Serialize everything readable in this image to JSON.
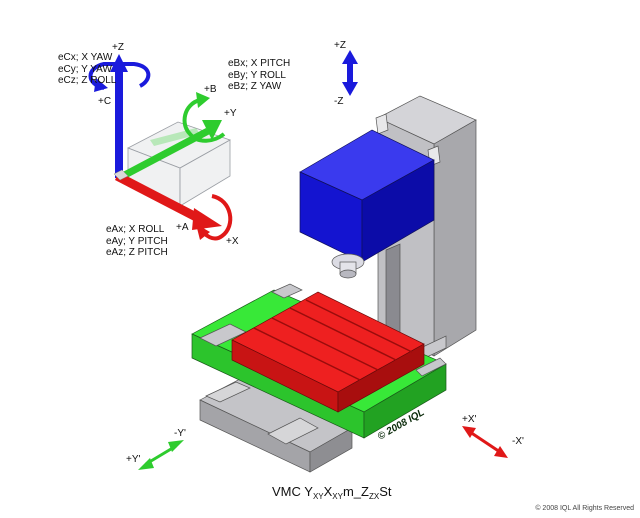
{
  "labels": {
    "c_errors": [
      "eCx; X YAW",
      "eCy; Y YAW",
      "eCz; Z ROLL"
    ],
    "b_errors": [
      "eBx; X PITCH",
      "eBy; Y ROLL",
      "eBz; Z YAW"
    ],
    "a_errors": [
      "eAx; X ROLL",
      "eAy; Y PITCH",
      "eAz; Z PITCH"
    ],
    "axis_plus_z": "+Z",
    "axis_plus_c": "+C",
    "axis_plus_b": "+B",
    "axis_plus_y": "+Y",
    "axis_plus_a": "+A",
    "axis_plus_x": "+X",
    "machine_plus_z": "+Z",
    "machine_minus_z": "-Z",
    "machine_plus_x_prime": "+X'",
    "machine_minus_x_prime": "-X'",
    "machine_plus_y_prime": "+Y'",
    "machine_minus_y_prime": "-Y'",
    "table_stamp": "© 2008 IQL"
  },
  "title": {
    "prefix": "VMC Y",
    "sub1": "XY",
    "part2": "X",
    "sub2": "XY",
    "part3": "m_Z",
    "sub3": "ZX",
    "part4": "St"
  },
  "copyright": "© 2008 IQL All Rights Reserved",
  "colors": {
    "z_axis": "#1a1adc",
    "y_axis": "#2ecc2e",
    "x_axis": "#e01818",
    "column": "#c8c8cc",
    "head": "#1414e6",
    "table": "#e81818",
    "saddle": "#38e838",
    "base": "#b4b4b8"
  }
}
